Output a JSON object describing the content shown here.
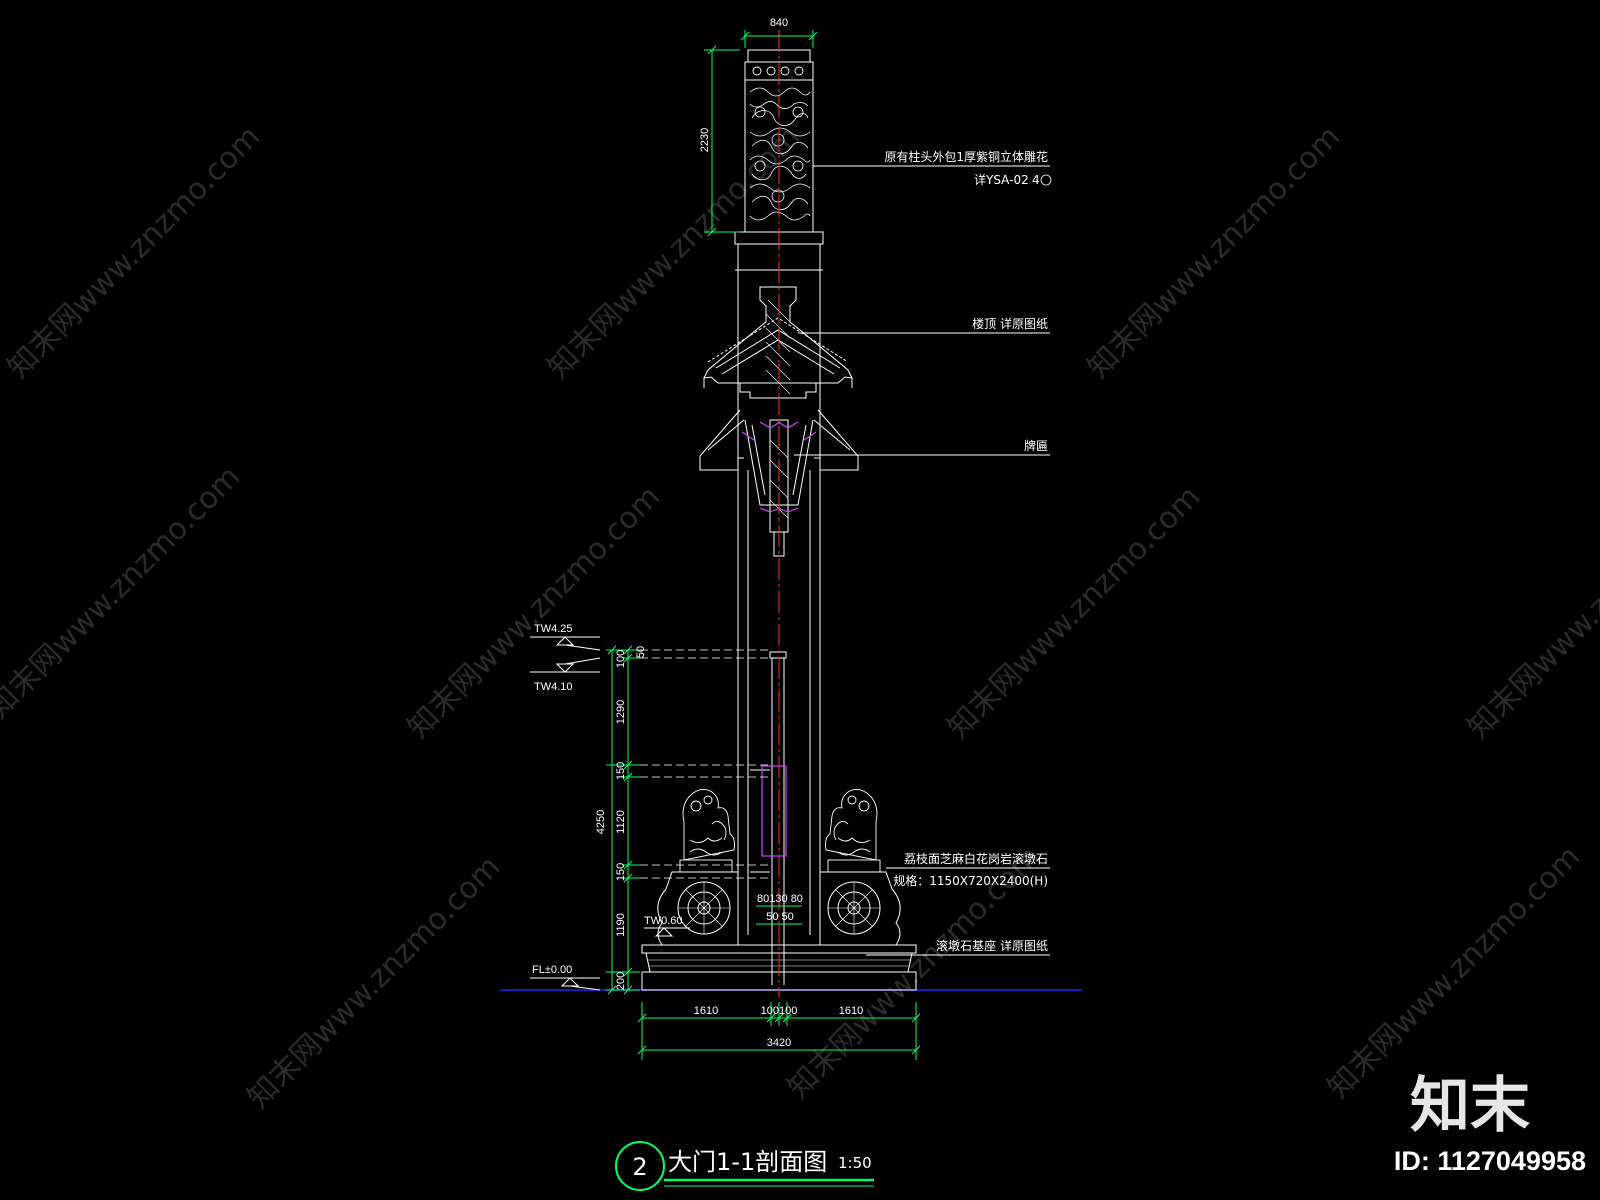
{
  "colors": {
    "background": "#000000",
    "line": "#ffffff",
    "dimension": "#00ff66",
    "centerline": "#ff3030",
    "highlight": "#d040ff",
    "ground": "#2020ff",
    "watermark": "#2b2b2b"
  },
  "watermark": {
    "text": "知末网www.znzmo.com"
  },
  "dimensions": {
    "top_width": "840",
    "capital_height": "2230",
    "tw_upper": "TW4.25",
    "tw_lower": "TW4.10",
    "total_height": "4250",
    "segments": [
      "100",
      "50",
      "1290",
      "150",
      "1120",
      "150",
      "1190",
      "200"
    ],
    "tw_base": "TW0.60",
    "floor_level": "FL±0.00",
    "gap_label_upper": "80130 80",
    "gap_label_lower": "50 50",
    "bottom_left": "1610",
    "bottom_middle": "100100",
    "bottom_right": "1610",
    "bottom_total": "3420"
  },
  "annotations": {
    "capital_note": "原有柱头外包1厚紫铜立体雕花",
    "capital_ref": "详YSA-02",
    "capital_ref_mark": "4",
    "roof_note": "楼顶 详原图纸",
    "plaque_note": "牌匾",
    "drum_stone_note": "荔枝面芝麻白花岗岩滚墩石",
    "drum_stone_spec": "规格：1150X720X2400(H)",
    "base_note": "滚墩石基座 详原图纸"
  },
  "title_block": {
    "number": "2",
    "title": "大门1-1剖面图",
    "scale": "1:50"
  },
  "brand": {
    "logo_text": "知末",
    "id_text": "ID: 1127049958"
  }
}
